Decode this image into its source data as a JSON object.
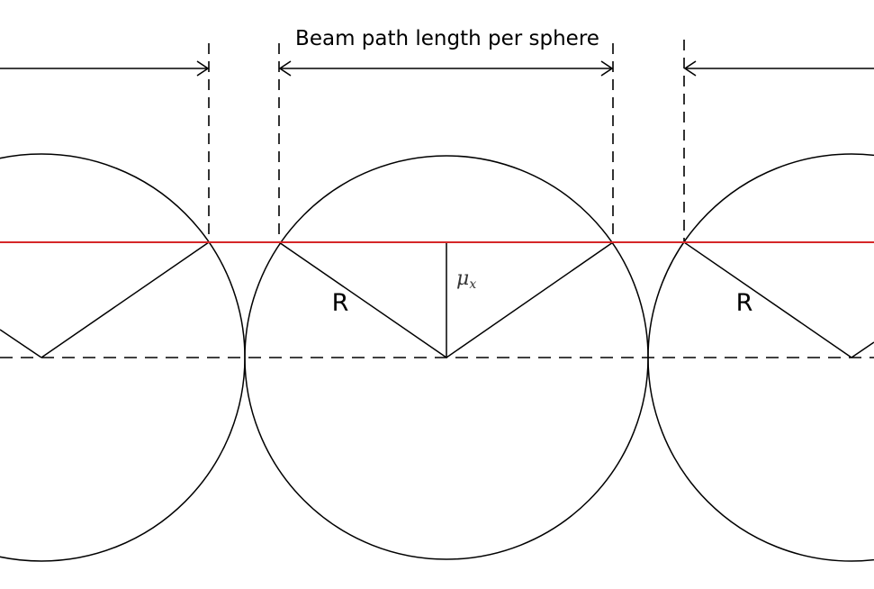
{
  "diagram": {
    "title": "Beam path length per sphere",
    "radius_label": "R",
    "penetration_label": {
      "symbol": "μ",
      "subscript": "x"
    },
    "beam_color": "#d62728",
    "line_color": "#000000"
  }
}
